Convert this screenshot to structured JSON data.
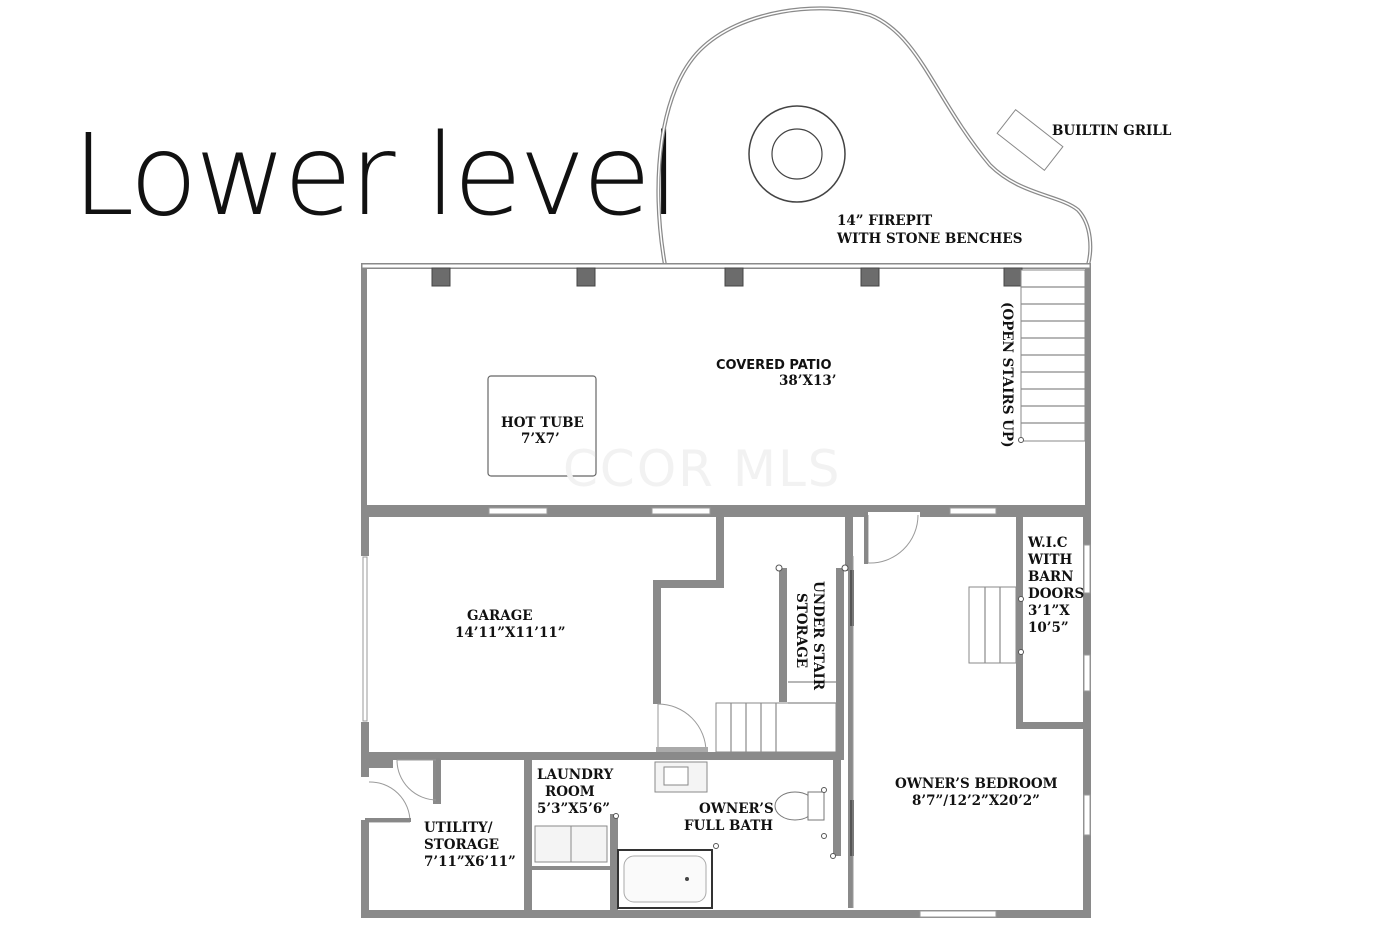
{
  "page": {
    "title": "Lower level",
    "watermark": "CCOR MLS"
  },
  "rooms": {
    "builtin_grill": "BUILTIN GRILL",
    "firepit_line1": "14” FIREPIT",
    "firepit_line2": "WITH STONE BENCHES",
    "covered_patio_name": "COVERED PATIO",
    "covered_patio_dims": "38’X13’",
    "open_stairs": "(OPEN STAIRS UP)",
    "hot_tub_line1": "HOT TUBE",
    "hot_tub_line2": "7’X7’",
    "garage_name": "GARAGE",
    "garage_dims": "14’11”X11’11”",
    "under_stair_line1": "UNDER STAIR",
    "under_stair_line2": "STORAGE",
    "wic_line1": "W.I.C",
    "wic_line2": "WITH",
    "wic_line3": "BARN",
    "wic_line4": "DOORS",
    "wic_line5": "3’1”X",
    "wic_line6": "10’5”",
    "laundry_line1": "LAUNDRY",
    "laundry_line2": "ROOM",
    "laundry_line3": "5’3”X5’6”",
    "bath_line1": "OWNER’S",
    "bath_line2": "FULL BATH",
    "bedroom_name": "OWNER’S BEDROOM",
    "bedroom_dims": "8’7”/12’2”X20’2”",
    "utility_line1": "UTILITY/",
    "utility_line2": "STORAGE",
    "utility_line3": "7’11”X6’11”"
  }
}
